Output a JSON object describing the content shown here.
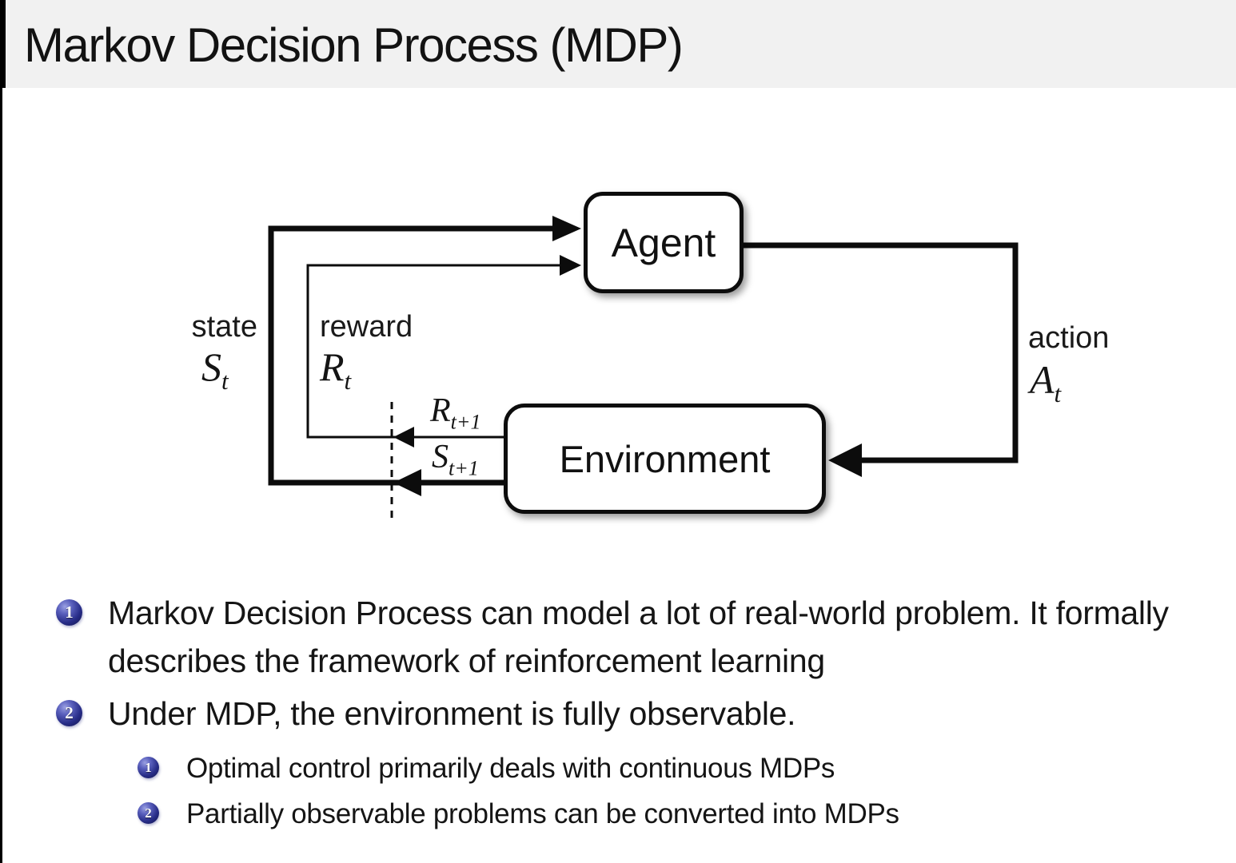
{
  "slide": {
    "title": "Markov Decision Process (MDP)"
  },
  "diagram": {
    "agent": "Agent",
    "environment": "Environment",
    "state": {
      "label": "state",
      "symbol": "S",
      "sub": "t"
    },
    "reward": {
      "label": "reward",
      "symbol": "R",
      "sub": "t"
    },
    "action": {
      "label": "action",
      "symbol": "A",
      "sub": "t"
    },
    "next_reward": {
      "symbol": "R",
      "sub": "t+1"
    },
    "next_state": {
      "symbol": "S",
      "sub": "t+1"
    }
  },
  "bullets": {
    "item1": {
      "number": "1",
      "text": "Markov Decision Process can model a lot of real-world problem. It formally describes the framework of reinforcement learning"
    },
    "item2": {
      "number": "2",
      "text": "Under MDP, the environment is fully observable."
    },
    "item2_sub1": {
      "number": "1",
      "text": "Optimal control primarily deals with continuous MDPs"
    },
    "item2_sub2": {
      "number": "2",
      "text": "Partially observable problems can be converted into MDPs"
    }
  },
  "colors": {
    "title_bar_bg": "#f1f1f1",
    "line": "#0c0c0c",
    "bullet_ball": "#272c87",
    "text": "#151515"
  }
}
